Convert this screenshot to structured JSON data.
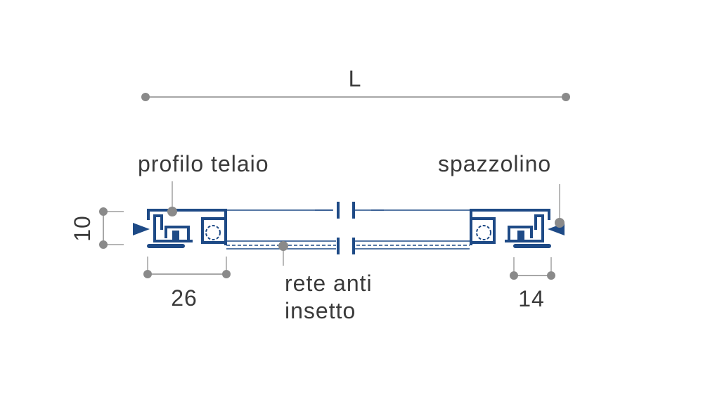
{
  "dimensions": {
    "length_label": "L",
    "height_label": "10",
    "frame_width_label": "26",
    "brush_width_label": "14"
  },
  "callouts": {
    "frame_profile": "profilo telaio",
    "brush": "spazzolino",
    "mesh_line1": "rete anti",
    "mesh_line2": "insetto"
  },
  "colors": {
    "profile": "#1e4a86",
    "dimension": "#8a8a8a",
    "text": "#3a3a3a"
  }
}
